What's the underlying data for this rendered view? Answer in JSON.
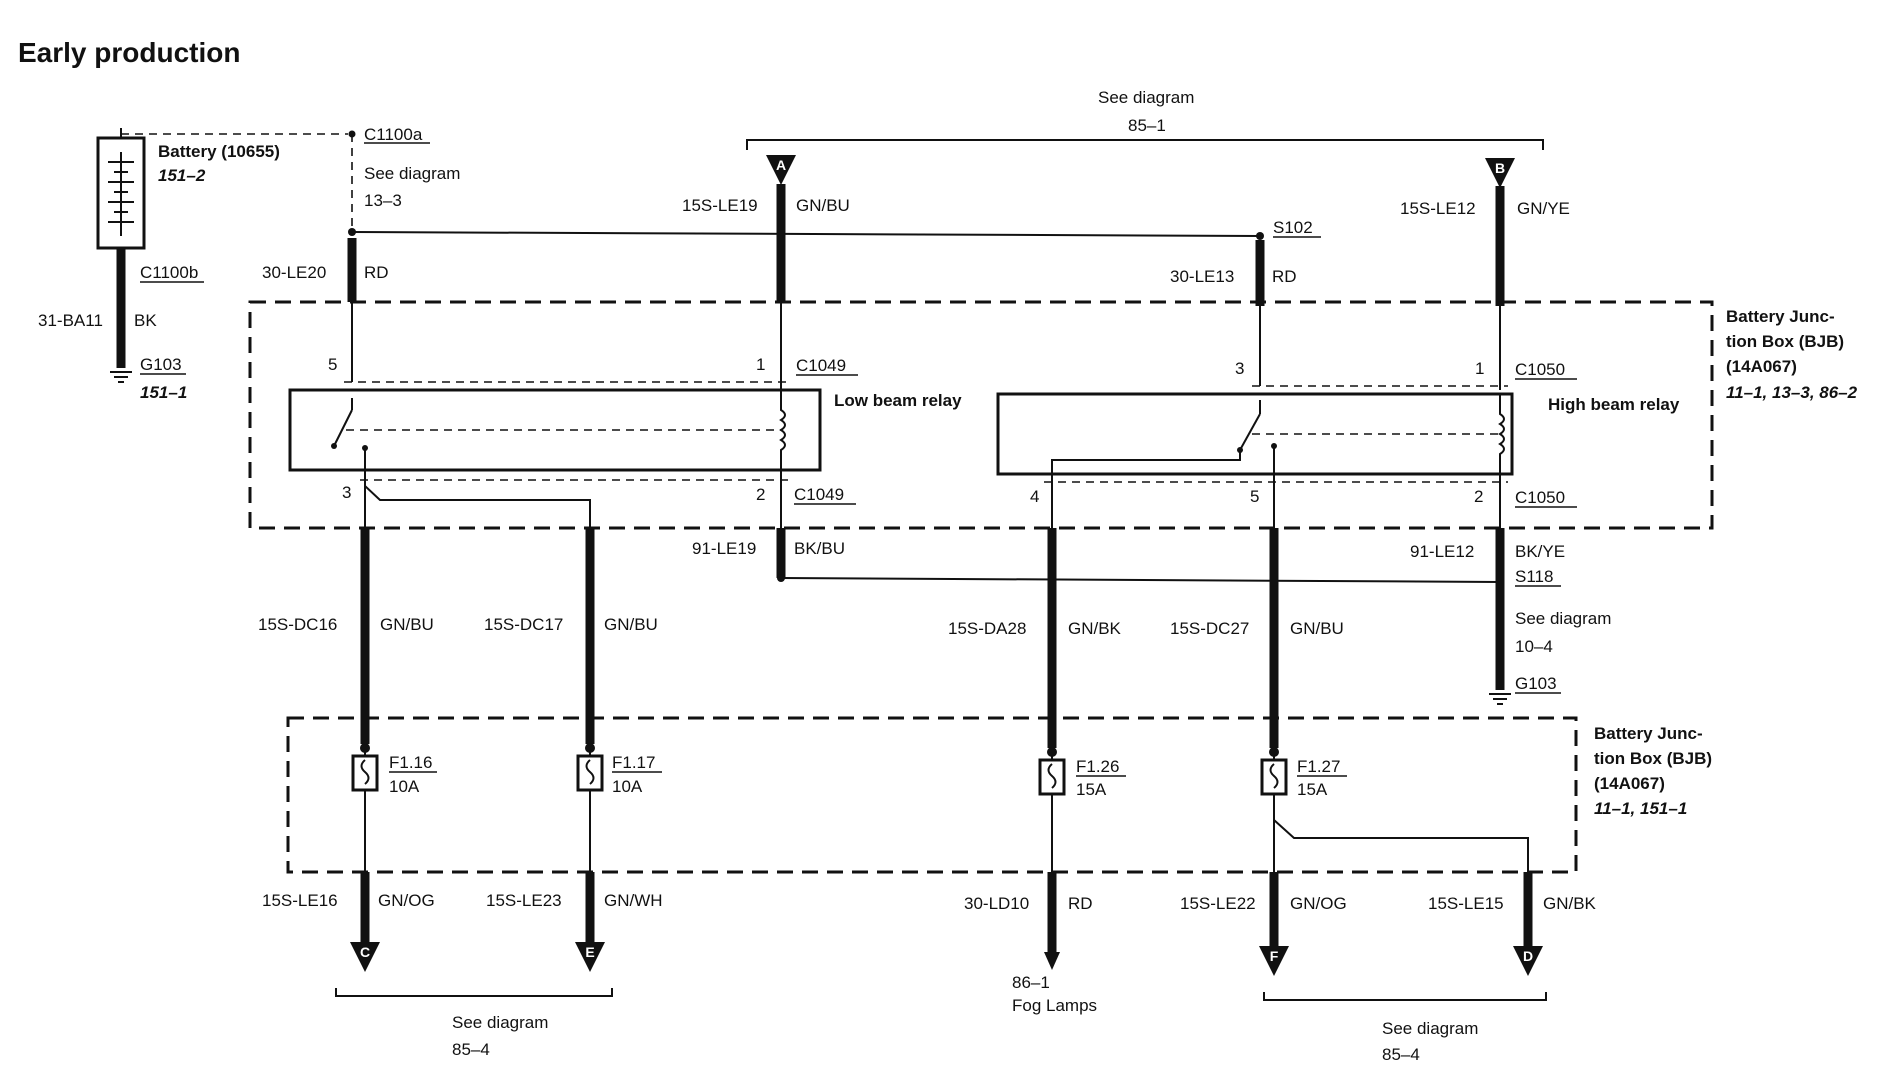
{
  "title": "Early production",
  "battery": {
    "label": "Battery (10655)",
    "ref": "151–2"
  },
  "connectors": {
    "c1100a": "C1100a",
    "c1100b": "C1100b",
    "c1049_top": "C1049",
    "c1049_bottom": "C1049",
    "c1050_top": "C1050",
    "c1050_bottom": "C1050",
    "s102": "S102",
    "s118": "S118",
    "g103_left": "G103",
    "g103_right": "G103"
  },
  "refs": {
    "g103_left": "151–1",
    "c1100a_see": "See diagram",
    "c1100a_num": "13–3",
    "top_see": "See diagram",
    "top_num": "85–1",
    "s118_see": "See diagram",
    "s118_num": "10–4",
    "bottom_left_see": "See diagram",
    "bottom_left_num": "85–4",
    "bottom_right_see": "See diagram",
    "bottom_right_num": "85–4",
    "fog_num": "86–1",
    "fog_label": "Fog Lamps"
  },
  "circuits": {
    "ba11": {
      "id": "31-BA11",
      "color": "BK"
    },
    "le20": {
      "id": "30-LE20",
      "color": "RD"
    },
    "le19": {
      "id": "15S-LE19",
      "color": "GN/BU"
    },
    "le13": {
      "id": "30-LE13",
      "color": "RD"
    },
    "le12": {
      "id": "15S-LE12",
      "color": "GN/YE"
    },
    "le19g": {
      "id": "91-LE19",
      "color": "BK/BU"
    },
    "le12g": {
      "id": "91-LE12",
      "color": "BK/YE"
    },
    "dc16": {
      "id": "15S-DC16",
      "color": "GN/BU"
    },
    "dc17": {
      "id": "15S-DC17",
      "color": "GN/BU"
    },
    "da28": {
      "id": "15S-DA28",
      "color": "GN/BK"
    },
    "dc27": {
      "id": "15S-DC27",
      "color": "GN/BU"
    },
    "le16": {
      "id": "15S-LE16",
      "color": "GN/OG"
    },
    "le23": {
      "id": "15S-LE23",
      "color": "GN/WH"
    },
    "ld10": {
      "id": "30-LD10",
      "color": "RD"
    },
    "le22": {
      "id": "15S-LE22",
      "color": "GN/OG"
    },
    "le15": {
      "id": "15S-LE15",
      "color": "GN/BK"
    }
  },
  "pins": {
    "p5": "5",
    "p1a": "1",
    "p3a": "3",
    "p2a": "2",
    "p3b": "3",
    "p1b": "1",
    "p4": "4",
    "p5b": "5",
    "p2b": "2"
  },
  "relays": {
    "low": "Low beam relay",
    "high": "High beam relay"
  },
  "bjb_top": {
    "line1": "Battery Junc-",
    "line2": "tion Box (BJB)",
    "line3": "(14A067)",
    "line4": "11–1, 13–3, 86–2"
  },
  "bjb_bottom": {
    "line1": "Battery Junc-",
    "line2": "tion Box (BJB)",
    "line3": "(14A067)",
    "line4": "11–1, 151–1"
  },
  "fuses": [
    {
      "id": "F1.16",
      "rating": "10A"
    },
    {
      "id": "F1.17",
      "rating": "10A"
    },
    {
      "id": "F1.26",
      "rating": "15A"
    },
    {
      "id": "F1.27",
      "rating": "15A"
    }
  ],
  "arrows": {
    "a": "A",
    "b": "B",
    "c": "C",
    "e": "E",
    "f": "F",
    "d": "D"
  }
}
